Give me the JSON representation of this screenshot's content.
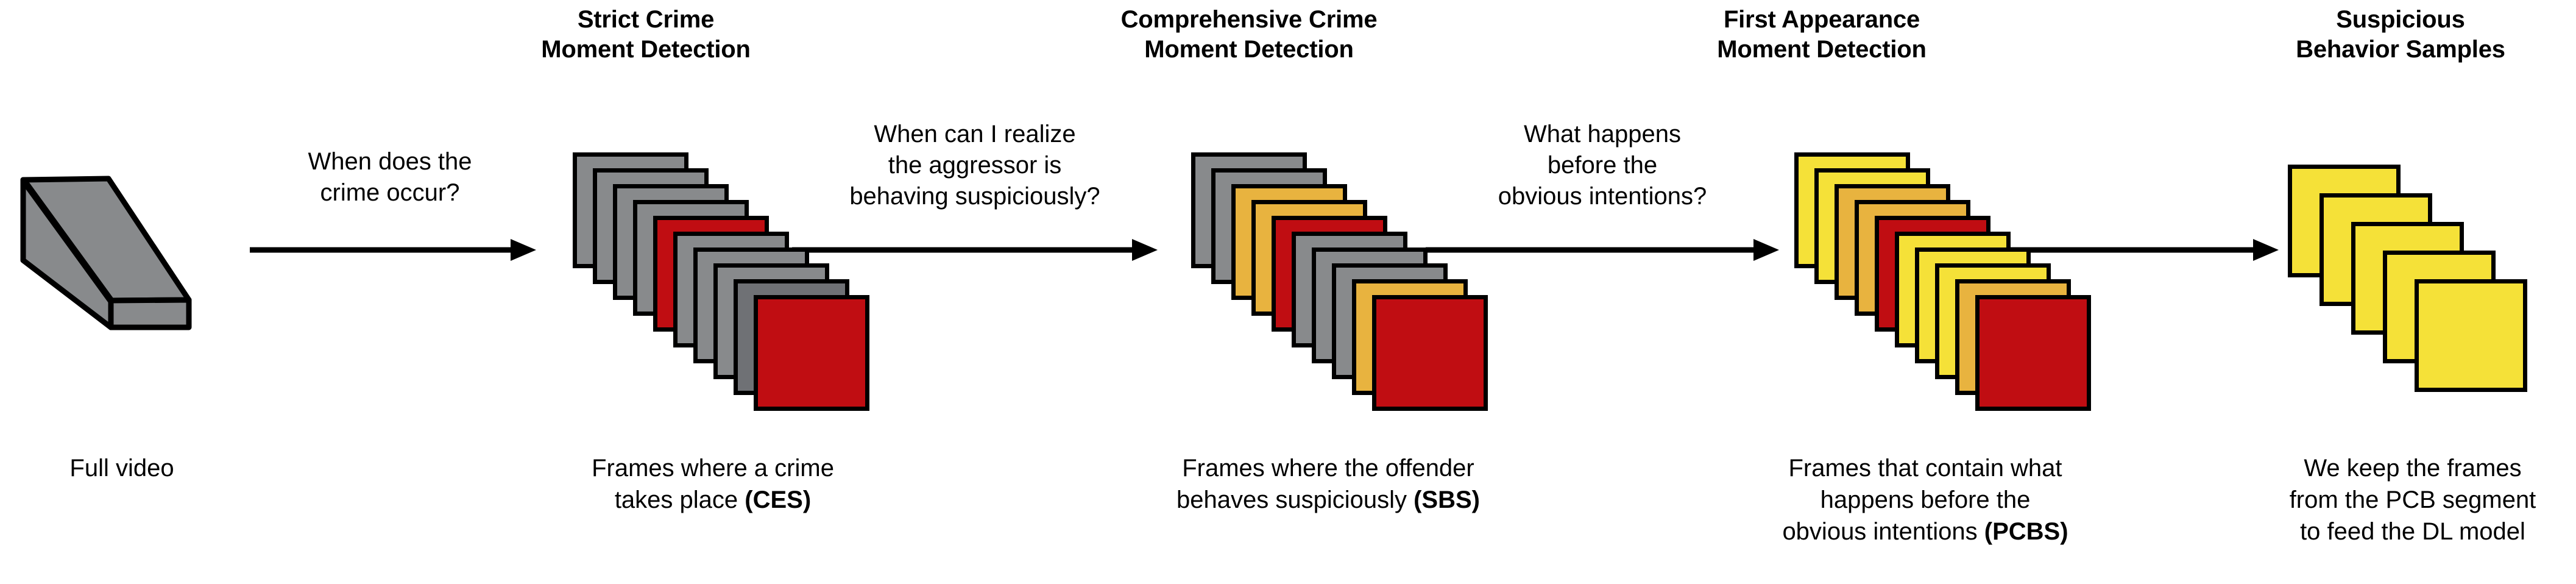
{
  "diagram": {
    "title": "Crime moment detection pipeline",
    "background": "#ffffff",
    "palette": {
      "gray": "#888a8c",
      "gray_dark": "#6f7175",
      "red": "#c00d12",
      "gold": "#e8b33f",
      "yellow": "#f5e138",
      "stroke": "#000000"
    }
  },
  "headings": [
    {
      "id": "strict-crime",
      "text": "Strict Crime\nMoment Detection"
    },
    {
      "id": "comprehensive-crime",
      "text": "Comprehensive Crime\nMoment Detection"
    },
    {
      "id": "first-appearance",
      "text": "First Appearance\nMoment Detection"
    },
    {
      "id": "suspicious-behavior",
      "text": "Suspicious\nBehavior Samples"
    }
  ],
  "questions": [
    {
      "id": "q1",
      "text": "When does the\ncrime occur?"
    },
    {
      "id": "q2",
      "text": "When can I realize\nthe aggressor is\nbehaving suspiciously?"
    },
    {
      "id": "q3",
      "text": "What happens\nbefore the\nobvious intentions?"
    }
  ],
  "captions": [
    {
      "id": "full-video",
      "plain": "Full video",
      "emphasis": ""
    },
    {
      "id": "ces",
      "plain": "Frames where a crime\ntakes place ",
      "emphasis": "(CES)"
    },
    {
      "id": "sbs",
      "plain": "Frames where the offender\nbehaves suspiciously ",
      "emphasis": "(SBS)"
    },
    {
      "id": "pcbs",
      "plain": "Frames that contain what\nhappens before the\nobvious intentions ",
      "emphasis": "(PCBS)"
    },
    {
      "id": "dl-model",
      "plain": "We keep the frames\nfrom the PCB segment\nto feed the DL model",
      "emphasis": ""
    }
  ],
  "stacks": [
    {
      "id": "ces-stack",
      "label": "CES",
      "frame_count": 10,
      "colors": [
        "gray",
        "gray",
        "gray",
        "gray",
        "red",
        "gray",
        "gray",
        "gray",
        "gray_dark",
        "red"
      ]
    },
    {
      "id": "sbs-stack",
      "label": "SBS",
      "frame_count": 10,
      "colors": [
        "gray",
        "gray",
        "gold",
        "gold",
        "red",
        "gray",
        "gray",
        "gray",
        "gold",
        "red"
      ]
    },
    {
      "id": "pcbs-stack",
      "label": "PCBS",
      "frame_count": 10,
      "colors": [
        "yellow",
        "yellow",
        "gold",
        "gold",
        "red",
        "yellow",
        "yellow",
        "yellow",
        "gold",
        "red"
      ]
    },
    {
      "id": "samples-stack",
      "label": "Suspicious Behavior Samples",
      "frame_count": 5,
      "colors": [
        "yellow",
        "yellow",
        "yellow",
        "yellow",
        "yellow"
      ]
    }
  ],
  "arrows": [
    {
      "id": "arrow-1"
    },
    {
      "id": "arrow-2"
    },
    {
      "id": "arrow-3"
    },
    {
      "id": "arrow-4"
    }
  ]
}
